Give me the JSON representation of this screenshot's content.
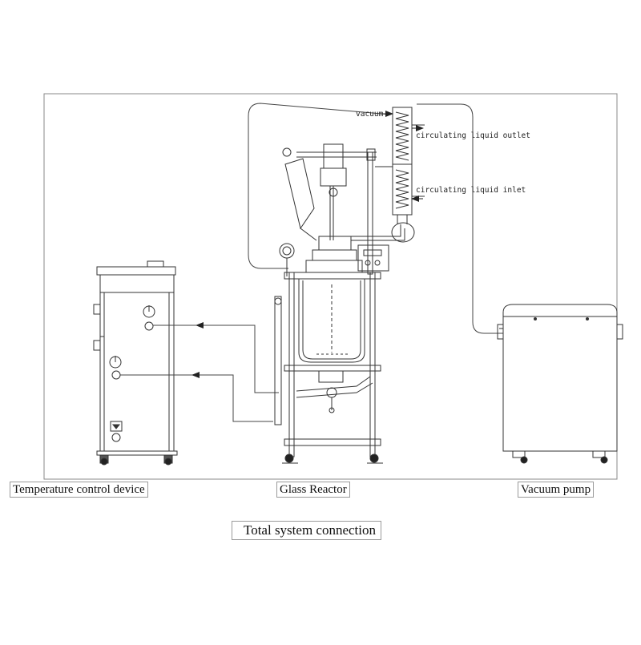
{
  "labels": {
    "vacuum_port": "vacuum",
    "liquid_outlet": "circulating liquid outlet",
    "liquid_inlet": "circulating liquid inlet"
  },
  "captions": {
    "temperature": "Temperature control device",
    "reactor": "Glass Reactor",
    "vacuum_pump": "Vacuum pump",
    "system": "Total system connection"
  },
  "colors": {
    "line": "#333333",
    "frame": "#888888"
  }
}
